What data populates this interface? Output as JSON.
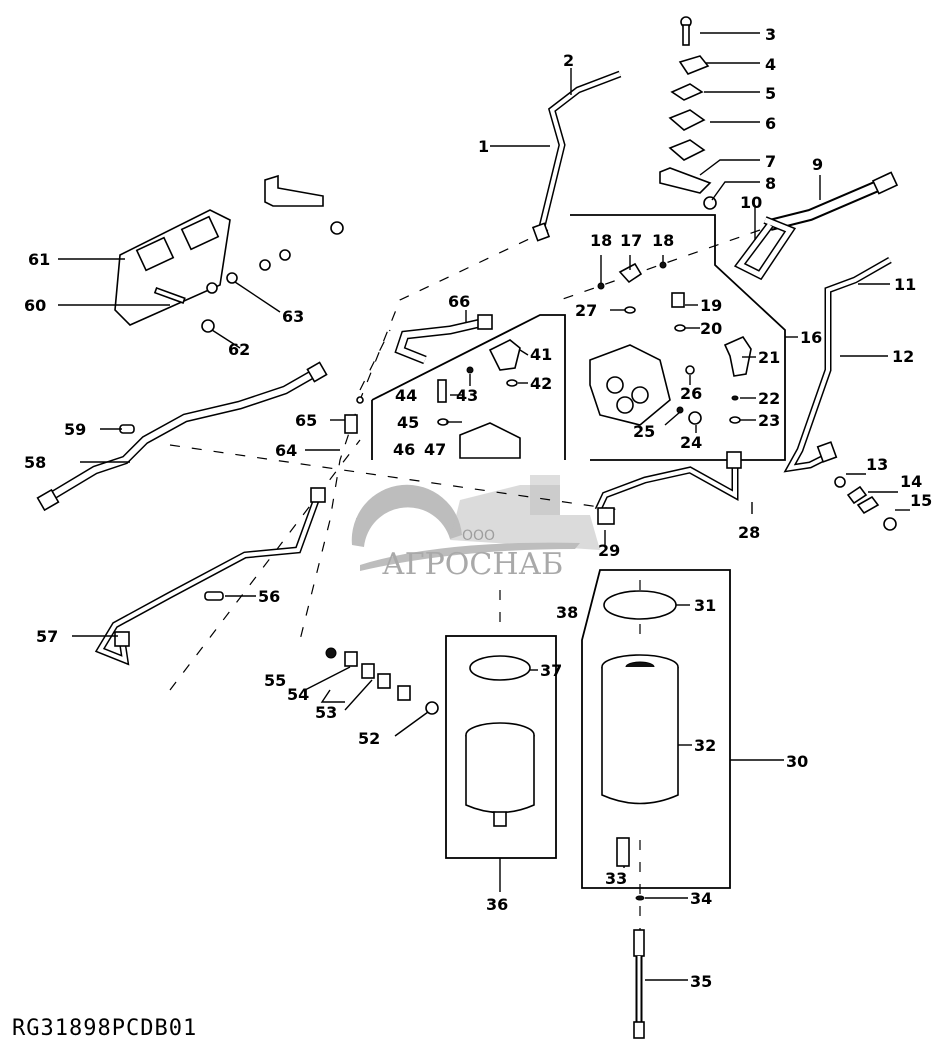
{
  "diagram": {
    "title": "Fuel filter and lines exploded parts diagram",
    "drawing_code": "RG31898PCDB01",
    "watermark": {
      "prefix": "ООО",
      "name": "АГРОСНАБ"
    },
    "labels": {
      "l1": "1",
      "l2": "2",
      "l3": "3",
      "l4": "4",
      "l5": "5",
      "l6": "6",
      "l7": "7",
      "l8": "8",
      "l9": "9",
      "l10": "10",
      "l11": "11",
      "l12": "12",
      "l13": "13",
      "l14": "14",
      "l15": "15",
      "l16": "16",
      "l17": "17",
      "l18a": "18",
      "l18b": "18",
      "l19": "19",
      "l20": "20",
      "l21": "21",
      "l22": "22",
      "l23": "23",
      "l24": "24",
      "l25": "25",
      "l26": "26",
      "l27": "27",
      "l28": "28",
      "l29": "29",
      "l30": "30",
      "l31": "31",
      "l32": "32",
      "l33": "33",
      "l34": "34",
      "l35": "35",
      "l36": "36",
      "l37": "37",
      "l38": "38",
      "l41": "41",
      "l42": "42",
      "l43": "43",
      "l44": "44",
      "l45": "45",
      "l46": "46",
      "l47": "47",
      "l52": "52",
      "l53": "53",
      "l54": "54",
      "l55": "55",
      "l56": "56",
      "l57": "57",
      "l58": "58",
      "l59": "59",
      "l60": "60",
      "l61": "61",
      "l62": "62",
      "l63": "63",
      "l64": "64",
      "l65": "65",
      "l66": "66"
    }
  }
}
